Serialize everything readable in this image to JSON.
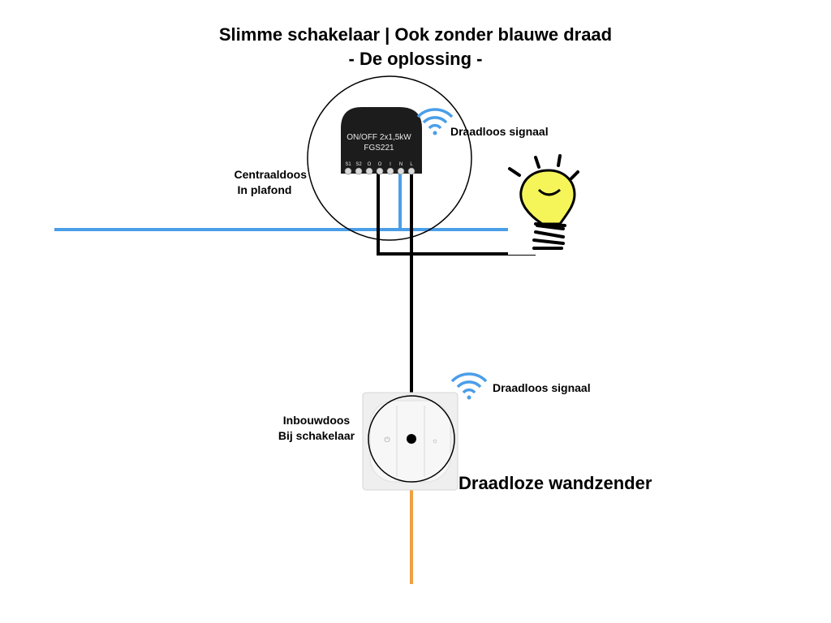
{
  "title": {
    "line1": "Slimme schakelaar | Ook zonder blauwe draad",
    "line2": "- De oplossing -"
  },
  "module": {
    "label_line1": "Centraaldoos",
    "label_line2": "In plafond",
    "device_line1": "ON/OFF 2x1,5kW",
    "device_line2": "FGS221",
    "terminals": [
      "S1",
      "S2",
      "O",
      "O",
      "I",
      "N",
      "L"
    ],
    "signal_label": "Draadloos signaal"
  },
  "switch": {
    "label_line1": "Inbouwdoos",
    "label_line2": "Bij schakelaar",
    "signal_label": "Draadloos signaal",
    "caption": "Draadloze wandzender",
    "left_symbol": "⏻",
    "right_symbol": "☼"
  },
  "colors": {
    "neutral_wire": "#4a9ee8",
    "live_wire": "#000000",
    "signal": "#4a9ee8",
    "orange_wire": "#f0a040",
    "bulb_fill": "#f5f55a",
    "module_body": "#1c1c1c"
  },
  "icons": {
    "signal": "wifi-icon",
    "lamp": "light-bulb-icon",
    "switch": "wall-switch-icon"
  }
}
